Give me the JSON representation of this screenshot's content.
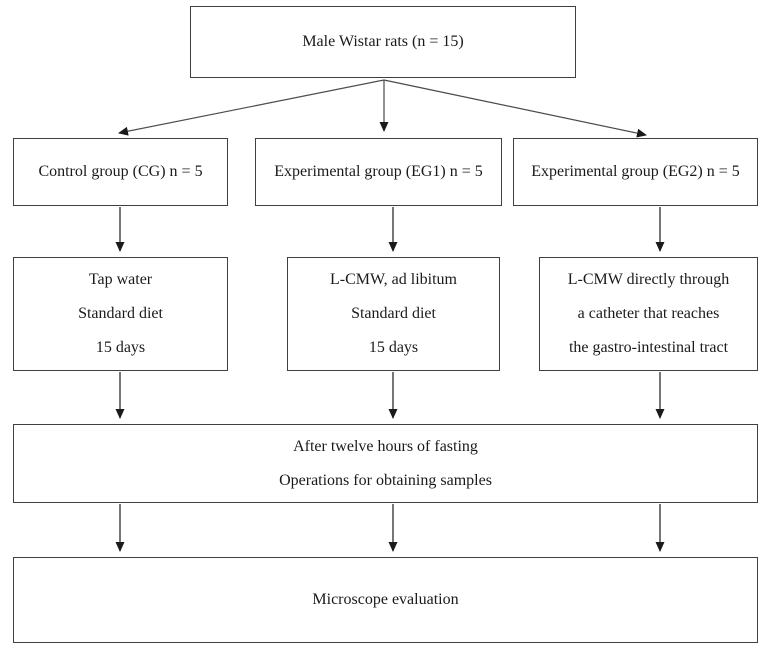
{
  "diagram_type": "flowchart",
  "colors": {
    "background": "#ffffff",
    "box_border": "#404040",
    "text": "#1a1a1a",
    "arrow": "#1a1a1a"
  },
  "nodes": {
    "population": {
      "label": "Male Wistar rats (n = 15)"
    },
    "control_group": {
      "label": "Control group (CG) n = 5"
    },
    "experimental_group_1": {
      "label": "Experimental group (EG1) n = 5"
    },
    "experimental_group_2": {
      "label": "Experimental group (EG2) n = 5"
    },
    "control_treatment": {
      "lines": [
        "Tap water",
        "Standard diet",
        "15 days"
      ]
    },
    "eg1_treatment": {
      "lines": [
        "L-CMW, ad libitum",
        "Standard diet",
        "15 days"
      ]
    },
    "eg2_treatment": {
      "lines": [
        "L-CMW directly through",
        "a catheter that reaches",
        "the gastro-intestinal tract"
      ]
    },
    "fasting_operations": {
      "lines": [
        "After twelve hours of fasting",
        "Operations for obtaining samples"
      ]
    },
    "microscope_evaluation": {
      "label": "Microscope evaluation"
    }
  },
  "edges": [
    {
      "from": "population",
      "to": "control_group"
    },
    {
      "from": "population",
      "to": "experimental_group_1"
    },
    {
      "from": "population",
      "to": "experimental_group_2"
    },
    {
      "from": "control_group",
      "to": "control_treatment"
    },
    {
      "from": "experimental_group_1",
      "to": "eg1_treatment"
    },
    {
      "from": "experimental_group_2",
      "to": "eg2_treatment"
    },
    {
      "from": "control_treatment",
      "to": "fasting_operations"
    },
    {
      "from": "eg1_treatment",
      "to": "fasting_operations"
    },
    {
      "from": "eg2_treatment",
      "to": "fasting_operations"
    },
    {
      "from": "fasting_operations",
      "to": "microscope_evaluation"
    }
  ]
}
